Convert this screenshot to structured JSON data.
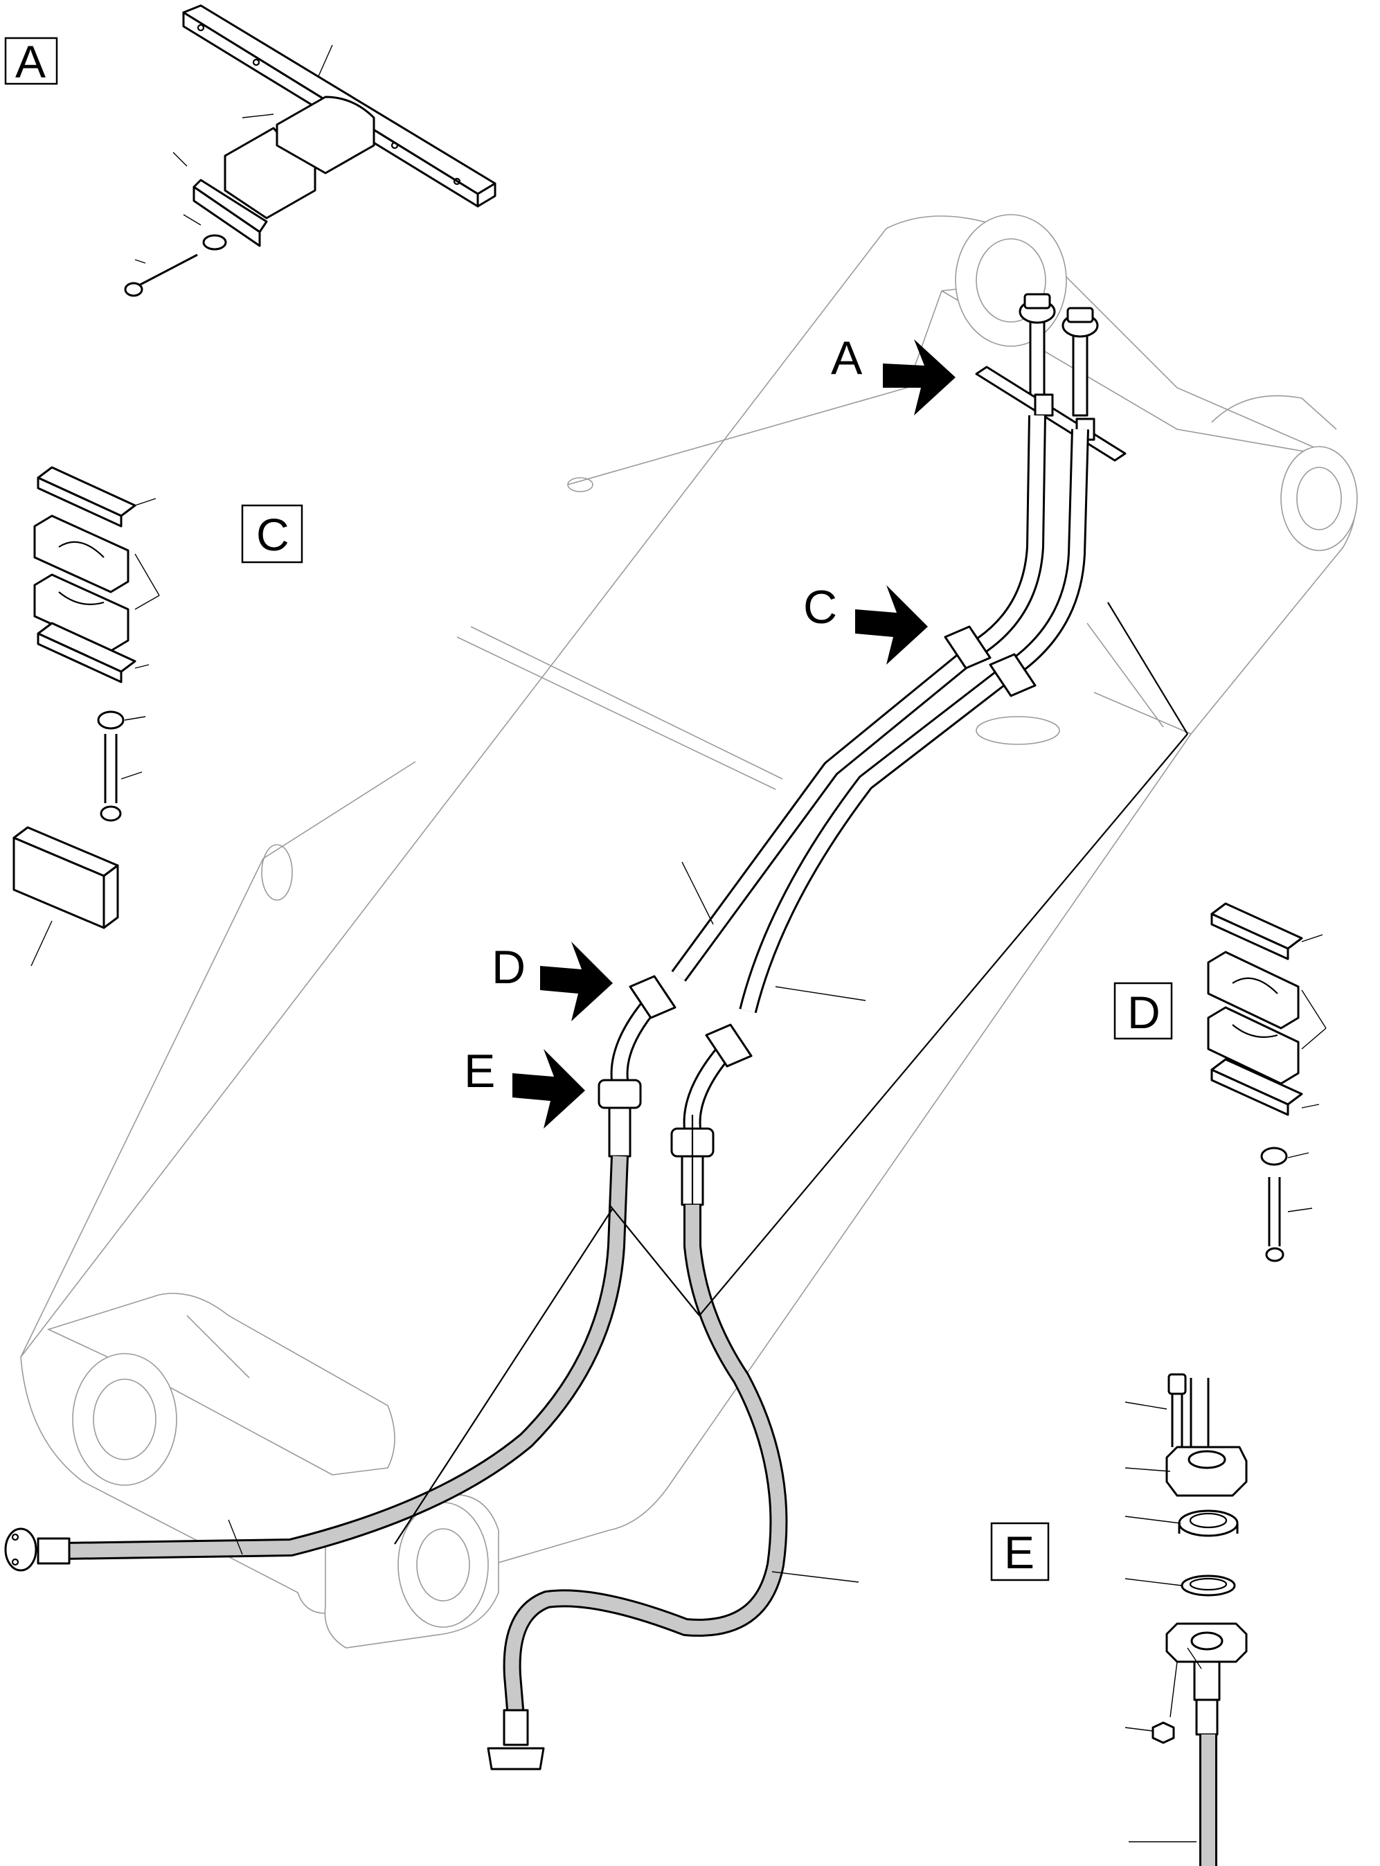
{
  "callouts": [
    {
      "letter": "A"
    },
    {
      "letter": "C"
    },
    {
      "letter": "D"
    },
    {
      "letter": "E"
    }
  ],
  "detail_boxes": [
    {
      "letter": "A"
    },
    {
      "letter": "C"
    },
    {
      "letter": "D"
    },
    {
      "letter": "E"
    }
  ],
  "colors": {
    "line": "#000000",
    "boom_outline": "#9a9a9a",
    "hose_shading": "#c9c9c9",
    "background": "#ffffff"
  }
}
